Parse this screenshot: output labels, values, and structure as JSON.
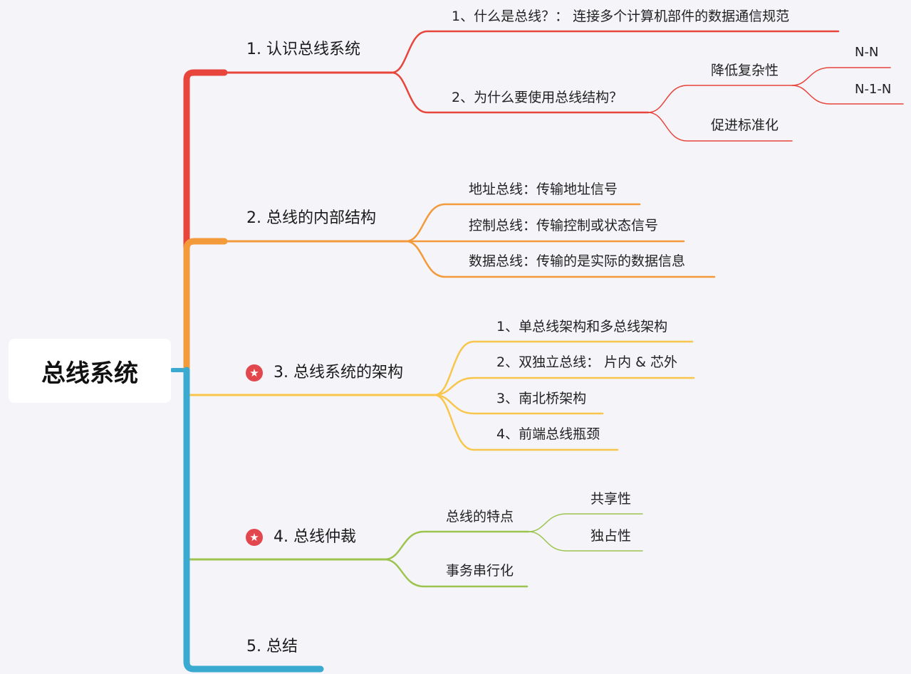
{
  "root": {
    "label": "总线系统"
  },
  "topics": {
    "t1": {
      "label": "1. 认识总线系统",
      "color": "#e8453c",
      "children": {
        "what": "1、什么是总线？：  连接多个计算机部件的数据通信规范",
        "why": "2、为什么要使用总线结构？",
        "reduce": "降低复杂性",
        "nn": "N-N",
        "n1n": "N-1-N",
        "standard": "促进标准化"
      }
    },
    "t2": {
      "label": "2. 总线的内部结构",
      "color": "#f39a3b",
      "children": {
        "addr": "地址总线：传输地址信号",
        "ctrl": "控制总线：传输控制或状态信号",
        "data": "数据总线：传输的是实际的数据信息"
      }
    },
    "t3": {
      "label": "3. 总线系统的架构",
      "color": "#f8c64a",
      "starred": true,
      "children": {
        "a": "1、单总线架构和多总线架构",
        "b": "2、双独立总线：  片内 & 芯外",
        "c": "3、南北桥架构",
        "d": "4、前端总线瓶颈"
      }
    },
    "t4": {
      "label": "4. 总线仲裁",
      "color": "#9cc44f",
      "starred": true,
      "children": {
        "feature": "总线的特点",
        "share": "共享性",
        "exclusive": "独占性",
        "serial": "事务串行化"
      }
    },
    "t5": {
      "label": "5. 总结",
      "color": "#3aaad0"
    }
  },
  "icons": {
    "star": "star-badge-icon"
  }
}
